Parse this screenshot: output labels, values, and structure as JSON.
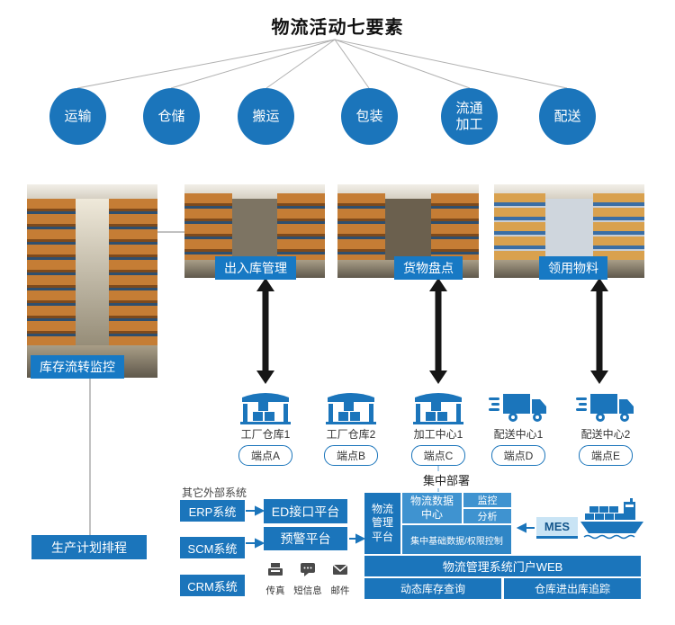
{
  "title": "物流活动七要素",
  "circles": [
    {
      "label": "运输"
    },
    {
      "label": "仓储"
    },
    {
      "label": "搬运"
    },
    {
      "label": "包装"
    },
    {
      "label": "流通加工"
    },
    {
      "label": "配送"
    }
  ],
  "photos": {
    "monitor": {
      "label": "库存流转监控"
    },
    "inout": {
      "label": "出入库管理"
    },
    "stocktake": {
      "label": "货物盘点"
    },
    "material": {
      "label": "领用物料"
    }
  },
  "endpoints": [
    {
      "name": "工厂仓库1",
      "tag": "端点A",
      "icon": "warehouse-icon"
    },
    {
      "name": "工厂仓库2",
      "tag": "端点B",
      "icon": "warehouse-icon"
    },
    {
      "name": "加工中心1",
      "tag": "端点C",
      "icon": "warehouse-icon"
    },
    {
      "name": "配送中心1",
      "tag": "端点D",
      "icon": "truck-icon"
    },
    {
      "name": "配送中心2",
      "tag": "端点E",
      "icon": "truck-icon"
    }
  ],
  "deployment": "集中部署",
  "production": "生产计划排程",
  "external": {
    "heading": "其它外部系统",
    "erp": "ERP系统",
    "scm": "SCM系统",
    "crm": "CRM系统"
  },
  "middle": {
    "ed": "ED接口平台",
    "warning": "预警平台"
  },
  "channels": [
    {
      "label": "传真",
      "icon": "fax-icon"
    },
    {
      "label": "短信息",
      "icon": "sms-icon"
    },
    {
      "label": "邮件",
      "icon": "mail-icon"
    }
  ],
  "core": {
    "management": "物流管理平台",
    "data_center": "物流数据中心",
    "monitor": "监控",
    "analysis": "分析",
    "base": "集中基础数据/权限控制",
    "mes": "MES",
    "portal": "物流管理系统门户WEB"
  },
  "portal": {
    "title": "物流管理系统门户WEB",
    "left": "动态库存查询",
    "right": "仓库进出库追踪"
  },
  "colors": {
    "accent": "#1b75bb",
    "accent_light": "#3f93d0",
    "photo_label": "#1779c4",
    "mes_bg": "#c9e4f5"
  }
}
